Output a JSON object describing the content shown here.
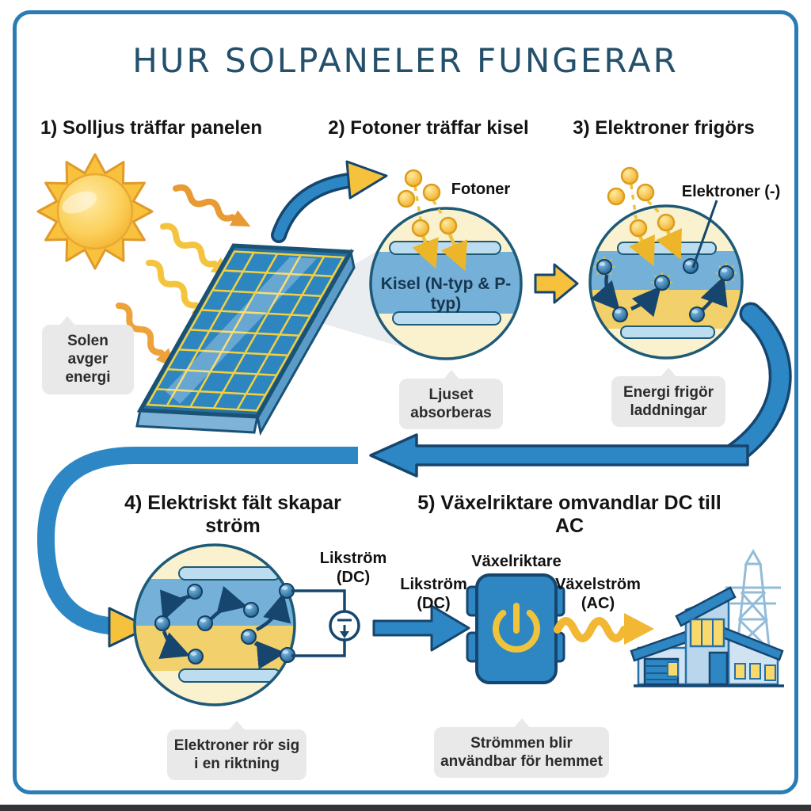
{
  "title": "HUR SOLPANELER FUNGERAR",
  "steps": [
    {
      "heading": "1) Solljus träffar panelen",
      "caption": "Solen avger energi"
    },
    {
      "heading": "2) Fotoner träffar kisel",
      "caption": "Ljuset absorberas",
      "photon_label": "Fotoner",
      "silicon_label": "Kisel (N-typ & P-typ)"
    },
    {
      "heading": "3) Elektroner frigörs",
      "caption": "Energi frigör laddningar",
      "electron_label": "Elektroner (-)"
    },
    {
      "heading": "4) Elektriskt fält skapar ström",
      "caption": "Elektroner rör sig i en riktning",
      "dc_label": "Likström (DC)"
    },
    {
      "heading": "5) Växelriktare omvandlar DC till AC",
      "caption": "Strömmen blir användbar för hemmet",
      "dc_label": "Likström (DC)",
      "inverter_label": "Växelriktare",
      "ac_label": "Växelström (AC)"
    }
  ],
  "colors": {
    "border_blue": "#2b7cb4",
    "title_navy": "#24506b",
    "accent_blue": "#2d87c4",
    "outline_navy": "#16456e",
    "accent_yellow": "#f6c23d",
    "lens_cream": "#faf1cf",
    "band_blue": "#74b0d8",
    "band_yellow": "#f2d06b",
    "bubble_gray": "#e9e9ea"
  }
}
